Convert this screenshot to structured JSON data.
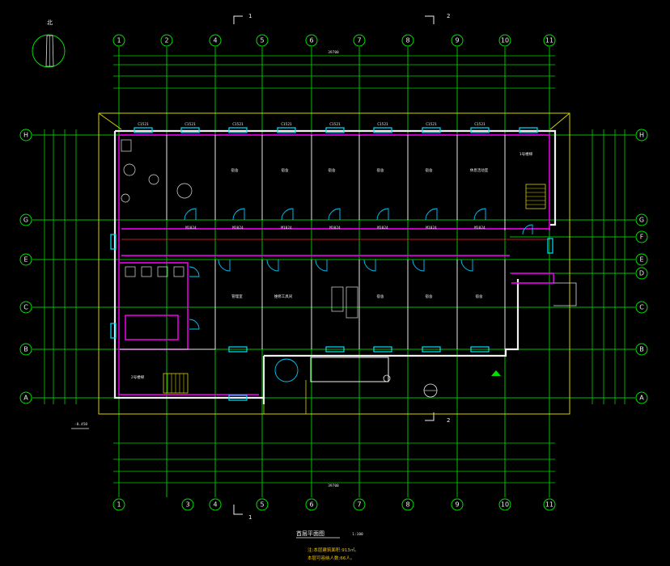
{
  "drawing": {
    "north_label": "北",
    "column_axes": [
      "1",
      "2",
      "4",
      "5",
      "6",
      "7",
      "8",
      "9",
      "10",
      "11"
    ],
    "column_axes_bottom": [
      "1",
      "3",
      "4",
      "5",
      "6",
      "7",
      "8",
      "9",
      "10",
      "11"
    ],
    "row_axes_left": [
      "H",
      "G",
      "E",
      "C",
      "B",
      "A"
    ],
    "row_axes_right": [
      "H",
      "G",
      "F",
      "E",
      "D",
      "C",
      "B",
      "A"
    ],
    "section_marks": [
      "1",
      "2"
    ],
    "overall_dim_top": "39700",
    "overall_dim_bottom": "39700",
    "elevation_label": "-0.450",
    "rooms_north": [
      "宿舍",
      "宿舍",
      "宿舍",
      "宿舍",
      "宿舍",
      "休息活动室"
    ],
    "rooms_south": [
      "管理室",
      "维修工具间",
      "",
      "宿舍",
      "宿舍",
      "宿舍"
    ],
    "stair_labels": [
      "1号楼梯",
      "2号楼梯"
    ],
    "window_labels": [
      "C1521",
      "C1521",
      "C1521",
      "C1521",
      "C1521",
      "C1521",
      "C1521",
      "C1521"
    ],
    "door_labels": [
      "M1024",
      "M1024",
      "M1024",
      "M1024",
      "M1024",
      "M1024",
      "M1024"
    ],
    "title": "首层平面图",
    "scale": "1:100",
    "note_lines": [
      "注:本层建筑面积:913㎡。",
      "本层可容纳人数:66人。"
    ]
  }
}
